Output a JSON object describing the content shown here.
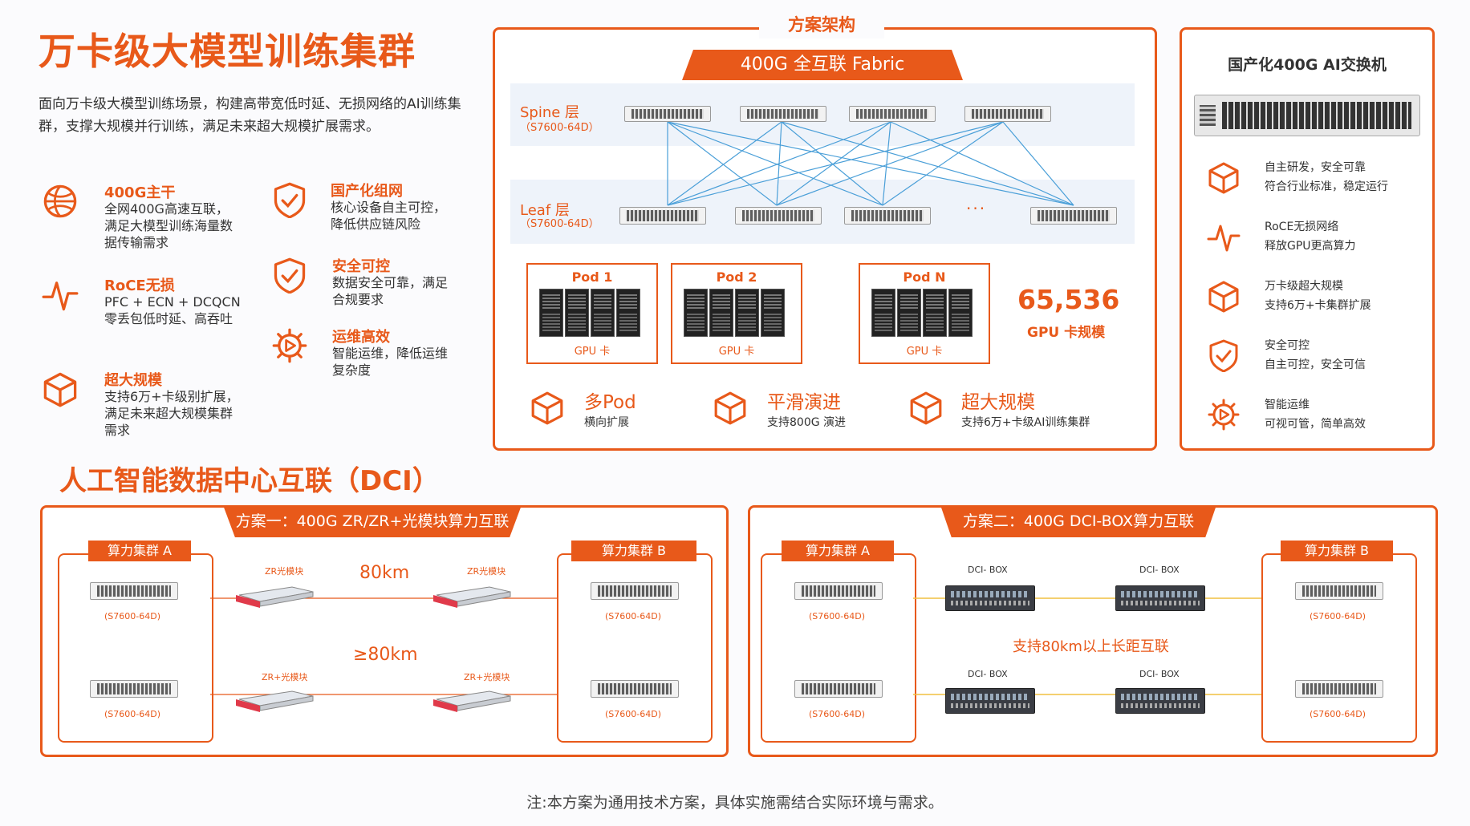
{
  "header": {
    "title": "万卡级大模型训练集群",
    "intro": "面向万卡级大模型训练场景，构建高带宽低时延、无损网络的AI训练集群，支撑大规模并行训练，满足未来超大规模扩展需求。"
  },
  "features_left": [
    {
      "icon": "globe-icon",
      "title": "400G主干",
      "desc": "全网400G高速互联，满足大模型训练海量数据传输需求"
    },
    {
      "icon": "pulse-icon",
      "title": "RoCE无损",
      "desc": "PFC + ECN + DCQCN 零丢包低时延、高吞吐"
    },
    {
      "icon": "cube-icon",
      "title": "超大规模",
      "desc": "支持6万+卡级别扩展，满足未来超大规模集群需求"
    }
  ],
  "features_mid": [
    {
      "icon": "shield-icon",
      "title": "国产化组网",
      "desc": "核心设备自主可控，降低供应链风险"
    },
    {
      "icon": "shield-icon",
      "title": "安全可控",
      "desc": "数据安全可靠，满足合规要求"
    },
    {
      "icon": "gear-icon",
      "title": "运维高效",
      "desc": "智能运维，降低运维复杂度"
    }
  ],
  "arch": {
    "section_title": "方案架构",
    "fabric_label": "400G 全互联 Fabric",
    "spine_label": "Spine 层",
    "spine_model": "（S7600-64D）",
    "leaf_label": "Leaf 层",
    "leaf_model": "（S7600-64D）",
    "ellipsis": "···",
    "pods": [
      {
        "name": "Pod 1",
        "sub": "GPU 卡"
      },
      {
        "name": "Pod 2",
        "sub": "GPU 卡"
      },
      {
        "name": "Pod N",
        "sub": "GPU 卡"
      }
    ],
    "gpu_count": "65,536",
    "gpu_label": "GPU 卡规模",
    "bottom": [
      {
        "icon": "cube-icon",
        "title": "多Pod",
        "desc": "横向扩展"
      },
      {
        "icon": "cube-icon",
        "title": "平滑演进",
        "desc": "支持800G 演进"
      },
      {
        "icon": "cube-icon",
        "title": "超大规模",
        "desc": "支持6万+卡级AI训练集群"
      }
    ]
  },
  "switch_panel": {
    "title": "国产化400G AI交换机",
    "features": [
      {
        "icon": "cube-icon",
        "l1": "自主研发，安全可靠",
        "l2": "符合行业标准，稳定运行"
      },
      {
        "icon": "pulse-icon",
        "l1": "RoCE无损网络",
        "l2": "释放GPU更高算力"
      },
      {
        "icon": "cube-icon",
        "l1": "万卡级超大规模",
        "l2": "支持6万+卡集群扩展"
      },
      {
        "icon": "shield-icon",
        "l1": "安全可控",
        "l2": "自主可控，安全可信"
      },
      {
        "icon": "gear-icon",
        "l1": "智能运维",
        "l2": "可视可管，简单高效"
      }
    ]
  },
  "dci": {
    "title": "人工智能数据中心互联（DCI）",
    "plan1": {
      "title": "方案一：400G ZR/ZR+光模块算力互联",
      "cluster_a": "算力集群 A",
      "cluster_b": "算力集群 B",
      "model": "(S7600-64D)",
      "mod_top": "ZR光模块",
      "mod_bottom": "ZR+光模块",
      "dist_top": "80km",
      "dist_bottom": "≥80km"
    },
    "plan2": {
      "title": "方案二：400G DCI-BOX算力互联",
      "cluster_a": "算力集群 A",
      "cluster_b": "算力集群 B",
      "model": "(S7600-64D)",
      "box_label": "DCI- BOX",
      "center_text": "支持80km以上长距互联"
    }
  },
  "note": "注:本方案为通用技术方案，具体实施需结合实际环境与需求。",
  "colors": {
    "accent": "#e8591a",
    "link": "#4a9fd8",
    "dci_line": "#f0c040"
  }
}
